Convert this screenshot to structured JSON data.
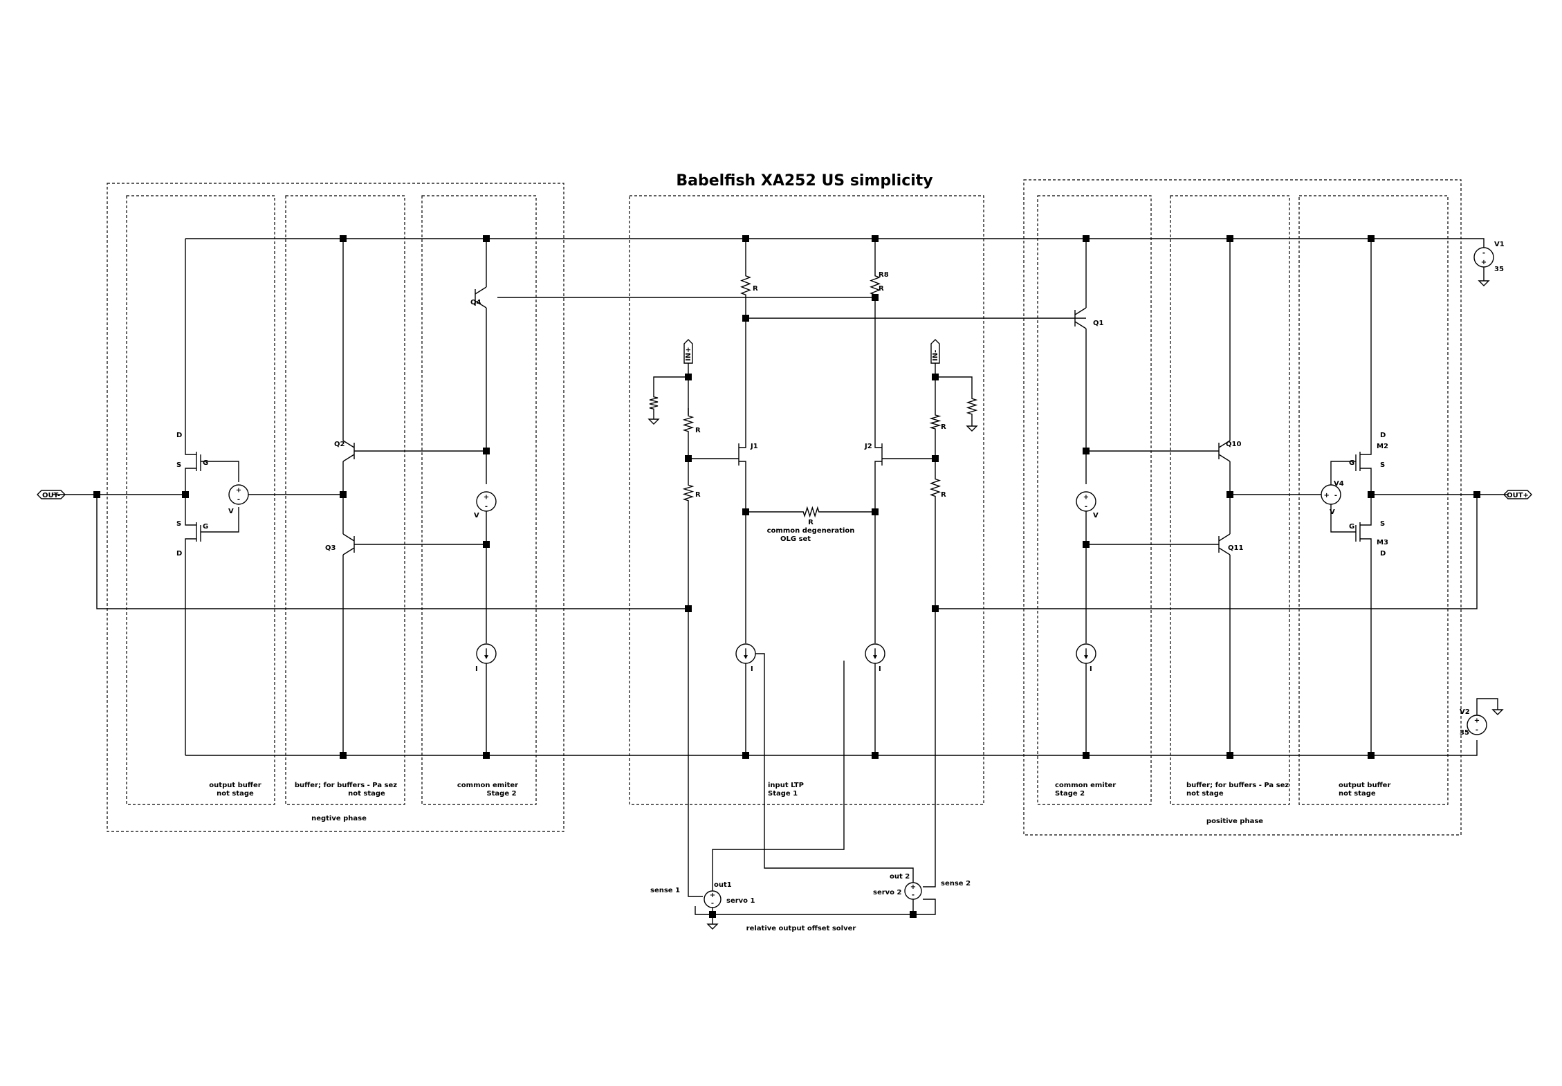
{
  "title": "Babelfish XA252 US simplicity",
  "sections": {
    "negative_phase": "negtive phase",
    "positive_phase": "positive phase",
    "output_buffer_l1": "output buffer",
    "output_buffer_l2": "not stage",
    "buffer_l1": "buffer; for buffers - Pa sez",
    "buffer_l2": "not stage",
    "common_emitter_l1": "common emiter",
    "common_emitter_l2": "Stage 2",
    "input_ltp_l1": "input LTP",
    "input_ltp_l2": "Stage 1",
    "offset_solver": "relative output offset solver"
  },
  "ports": {
    "out_minus": "OUT-",
    "out_plus": "OUT+",
    "in_plus": "IN+",
    "in_minus": "IN-"
  },
  "components": {
    "q1": "Q1",
    "q2": "Q2",
    "q3": "Q3",
    "q4": "Q4",
    "q10": "Q10",
    "q11": "Q11",
    "j1": "J1",
    "j2": "J2",
    "m2": "M2",
    "m3": "M3",
    "r8": "R8",
    "r": "R",
    "v": "V",
    "i": "I",
    "v1": "V1",
    "v2": "V2",
    "v4": "V4",
    "v1_value": "35",
    "v2_value": "35",
    "d": "D",
    "s": "S",
    "g": "G",
    "degeneration_l1": "common degeneration",
    "degeneration_l2": "OLG set",
    "servo1": "servo 1",
    "servo2": "servo 2",
    "out1": "out1",
    "out2": "out 2",
    "sense1": "sense 1",
    "sense2": "sense 2",
    "plus": "+",
    "minus": "-"
  }
}
